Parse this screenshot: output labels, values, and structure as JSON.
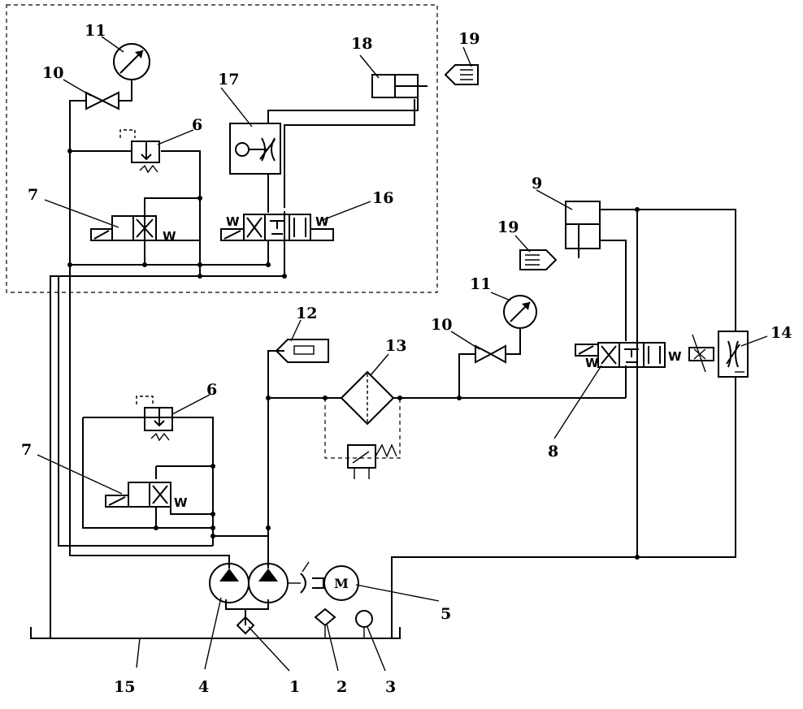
{
  "labels": {
    "l1": "1",
    "l2": "2",
    "l3": "3",
    "l4": "4",
    "l5": "5",
    "l6a": "6",
    "l6b": "6",
    "l7a": "7",
    "l7b": "7",
    "l8": "8",
    "l9": "9",
    "l10a": "10",
    "l10b": "10",
    "l11a": "11",
    "l11b": "11",
    "l12": "12",
    "l13": "13",
    "l14": "14",
    "l15": "15",
    "l16": "16",
    "l17": "17",
    "l18": "18",
    "l19a": "19",
    "l19b": "19"
  },
  "marks": {
    "motor": "M",
    "spring": "W"
  }
}
